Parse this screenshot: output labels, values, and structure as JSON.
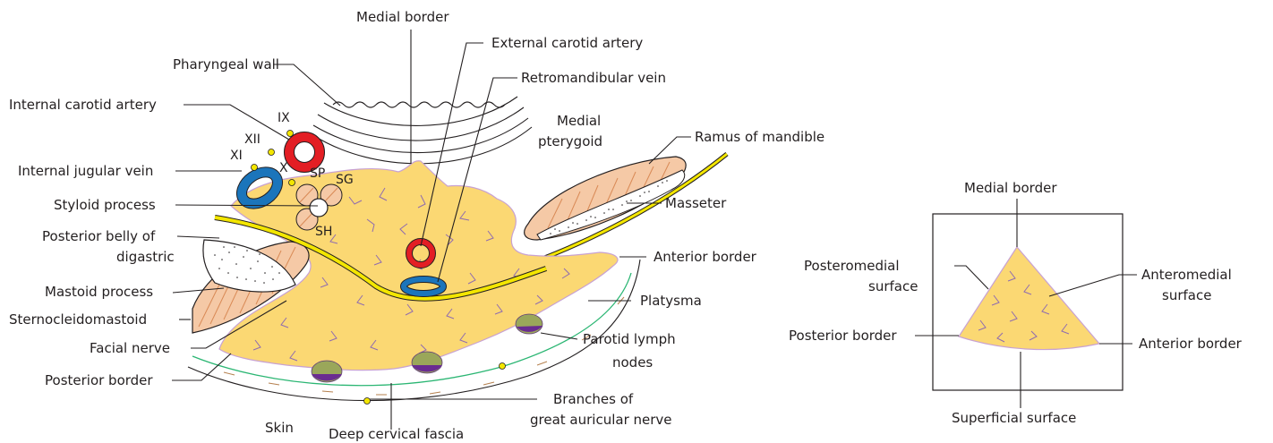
{
  "left_diagram": {
    "labels": {
      "medial_border": "Medial border",
      "external_carotid_artery": "External carotid artery",
      "pharyngeal_wall": "Pharyngeal wall",
      "retromandibular_vein": "Retromandibular vein",
      "internal_carotid_artery": "Internal carotid artery",
      "medial_pterygoid_1": "Medial",
      "medial_pterygoid_2": "pterygoid",
      "ramus_of_mandible": "Ramus of mandible",
      "internal_jugular_vein": "Internal jugular vein",
      "styloid_process": "Styloid process",
      "masseter": "Masseter",
      "posterior_belly_1": "Posterior belly of",
      "posterior_belly_2": "digastric",
      "anterior_border": "Anterior border",
      "mastoid_process": "Mastoid process",
      "sternocleidomastoid": "Sternocleidomastoid",
      "platysma": "Platysma",
      "facial_nerve": "Facial nerve",
      "parotid_lymph_1": "Parotid lymph",
      "parotid_lymph_2": "nodes",
      "posterior_border": "Posterior border",
      "branches_1": "Branches of",
      "branches_2": "great auricular nerve",
      "skin": "Skin",
      "deep_cervical_fascia": "Deep cervical fascia",
      "nerve_IX": "IX",
      "nerve_XII": "XII",
      "nerve_XI": "XI",
      "nerve_X": "X",
      "SP": "SP",
      "SG": "SG",
      "SH": "SH"
    }
  },
  "right_diagram": {
    "labels": {
      "medial_border": "Medial border",
      "posteromedial_1": "Posteromedial",
      "posteromedial_2": "surface",
      "anteromedial_1": "Anteromedial",
      "anteromedial_2": "surface",
      "posterior_border": "Posterior border",
      "anterior_border": "Anterior border",
      "superficial_surface": "Superficial surface"
    }
  },
  "colors": {
    "parotid_fill": "#fbd873",
    "gland_outline": "#c8a2d2",
    "artery_red": "#e31e24",
    "vein_blue": "#1b75bb",
    "nerve_yellow": "#f3e600",
    "muscle_fill": "#f5c9a6",
    "muscle_stripe": "#d98a56",
    "lymph_green": "#9aa75a",
    "lymph_purple": "#6a2c91",
    "fascia_green": "#2bb673"
  }
}
